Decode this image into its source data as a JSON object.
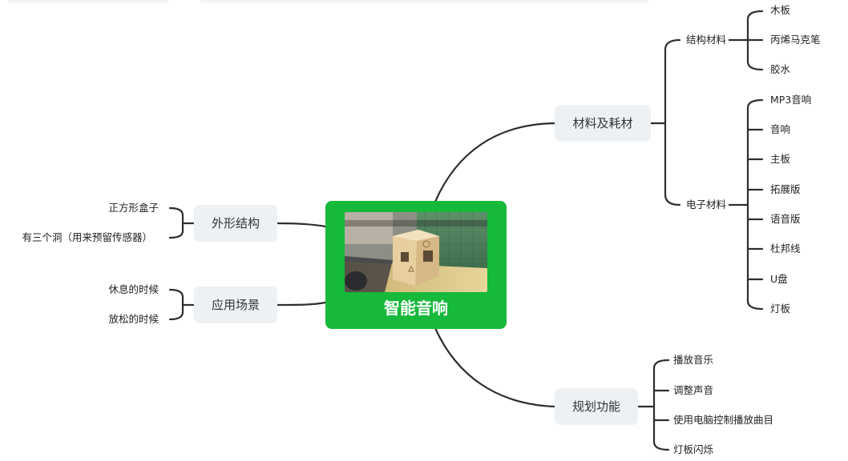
{
  "root": {
    "title": "智能音响"
  },
  "left": [
    {
      "label": "外形结构",
      "children": [
        "正方形盒子",
        "有三个洞（用来预留传感器）"
      ]
    },
    {
      "label": "应用场景",
      "children": [
        "休息的时候",
        "放松的时候"
      ]
    }
  ],
  "right": {
    "materials": {
      "label": "材料及耗材",
      "structure": {
        "label": "结构材料",
        "children": [
          "木板",
          "丙烯马克笔",
          "胶水"
        ]
      },
      "electronic": {
        "label": "电子材料",
        "children": [
          "MP3音响",
          "音响",
          "主板",
          "拓展版",
          "语音版",
          "杜邦线",
          "U盘",
          "灯板"
        ]
      }
    },
    "functions": {
      "label": "规划功能",
      "children": [
        "播放音乐",
        "调整声音",
        "使用电脑控制播放曲目",
        "灯板闪烁"
      ]
    }
  },
  "colors": {
    "root": "#16b93a",
    "node_bg": "#eef1f4",
    "line": "#2e2e2e"
  },
  "photo_label": "智能音响"
}
